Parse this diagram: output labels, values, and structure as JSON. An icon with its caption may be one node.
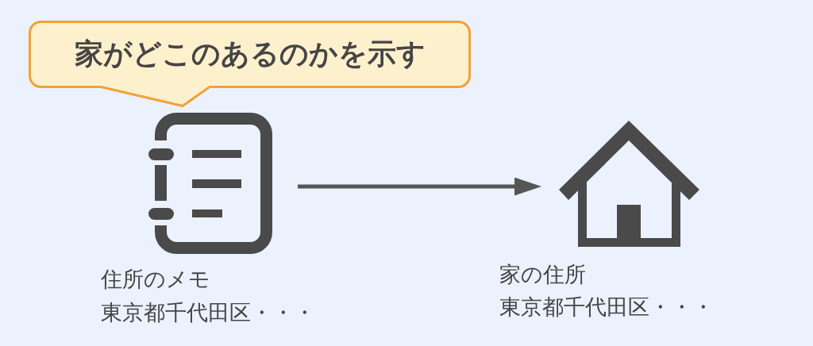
{
  "diagram": {
    "nodes": [
      {
        "text": [
          "家がどこのあるのかを示す"
        ]
      },
      {
        "text": [],
        "shape": "picture",
        "beside": [
          "住所のメモ",
          "東京都千代田区・・・"
        ]
      },
      {
        "text": [],
        "shape": "picture",
        "beside": [
          "家の住所",
          "東京都千代田区・・・"
        ]
      }
    ],
    "edges": [
      {
        "from": 1,
        "to": 2,
        "arrow": "to"
      }
    ]
  }
}
